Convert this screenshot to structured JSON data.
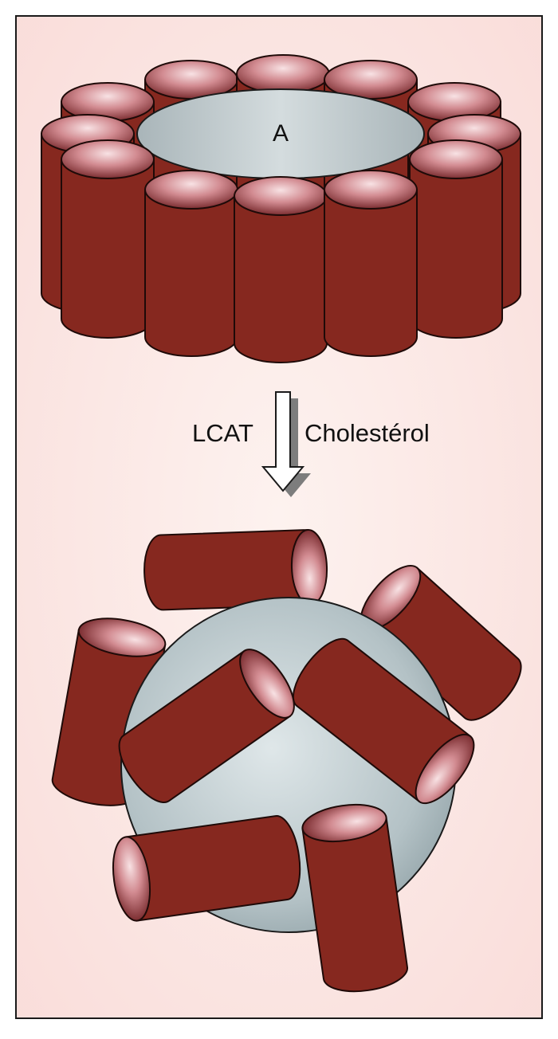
{
  "labels": {
    "disc_core": "A",
    "enzyme": "LCAT",
    "substrate": "Cholestérol"
  },
  "colors": {
    "background": "#fdf0ed",
    "frame": "#1a1a1a",
    "cylinder_body": "#86281f",
    "cylinder_stroke": "#1e0a08",
    "cylinder_inner_light": "#f6dde0",
    "cylinder_inner_dark": "#7a2526",
    "lipid_core": "#b6c3c7",
    "sphere_highlight": "#d9e2e4",
    "arrow_fill": "#ffffff",
    "arrow_shadow": "#7d7d7d"
  },
  "icons": {
    "top_structure": "discoidal-lipoprotein-icon",
    "bottom_structure": "spherical-lipoprotein-icon",
    "transition": "down-arrow-icon"
  }
}
